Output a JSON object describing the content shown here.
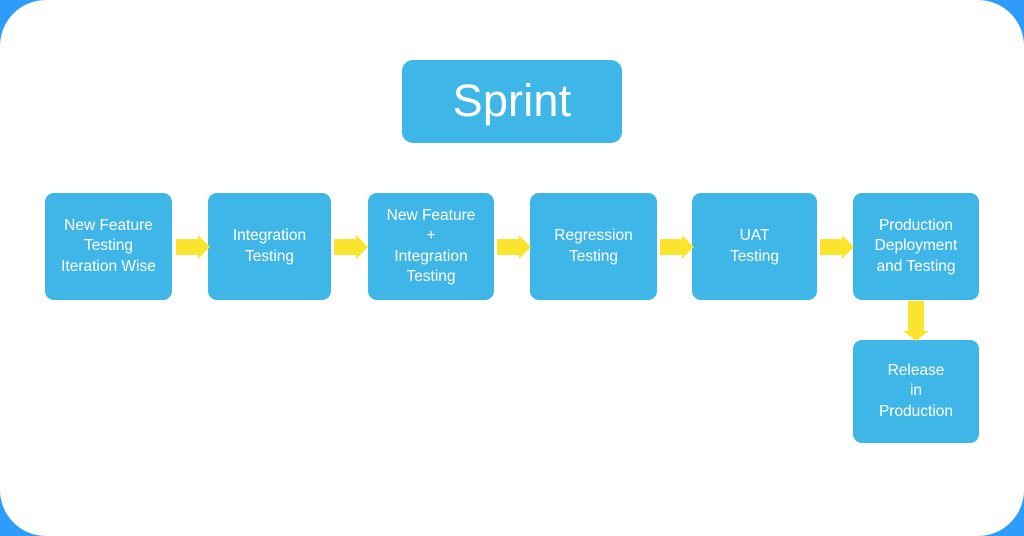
{
  "diagram": {
    "title_node": {
      "label": "Sprint"
    },
    "nodes": [
      {
        "id": "new-feature-testing",
        "label": "New Feature\nTesting\nIteration Wise"
      },
      {
        "id": "integration-testing",
        "label": "Integration\nTesting"
      },
      {
        "id": "new-feature-integration",
        "label": "New Feature\n+\nIntegration\nTesting"
      },
      {
        "id": "regression-testing",
        "label": "Regression\nTesting"
      },
      {
        "id": "uat-testing",
        "label": "UAT\nTesting"
      },
      {
        "id": "production-deployment",
        "label": "Production\nDeployment\nand Testing"
      },
      {
        "id": "release-in-production",
        "label": "Release\nin\nProduction"
      }
    ],
    "connectors": [
      {
        "id": "arrow-1",
        "direction": "right",
        "from": "new-feature-testing",
        "to": "integration-testing"
      },
      {
        "id": "arrow-2",
        "direction": "right",
        "from": "integration-testing",
        "to": "new-feature-integration"
      },
      {
        "id": "arrow-3",
        "direction": "right",
        "from": "new-feature-integration",
        "to": "regression-testing"
      },
      {
        "id": "arrow-4",
        "direction": "right",
        "from": "regression-testing",
        "to": "uat-testing"
      },
      {
        "id": "arrow-5",
        "direction": "right",
        "from": "uat-testing",
        "to": "production-deployment"
      },
      {
        "id": "arrow-6",
        "direction": "down",
        "from": "production-deployment",
        "to": "release-in-production"
      }
    ],
    "colors": {
      "background": "#2f9bfb",
      "card": "#ffffff",
      "node_fill": "#3fb6e8",
      "node_text": "#ffffff",
      "arrow": "#fbe42e"
    }
  }
}
